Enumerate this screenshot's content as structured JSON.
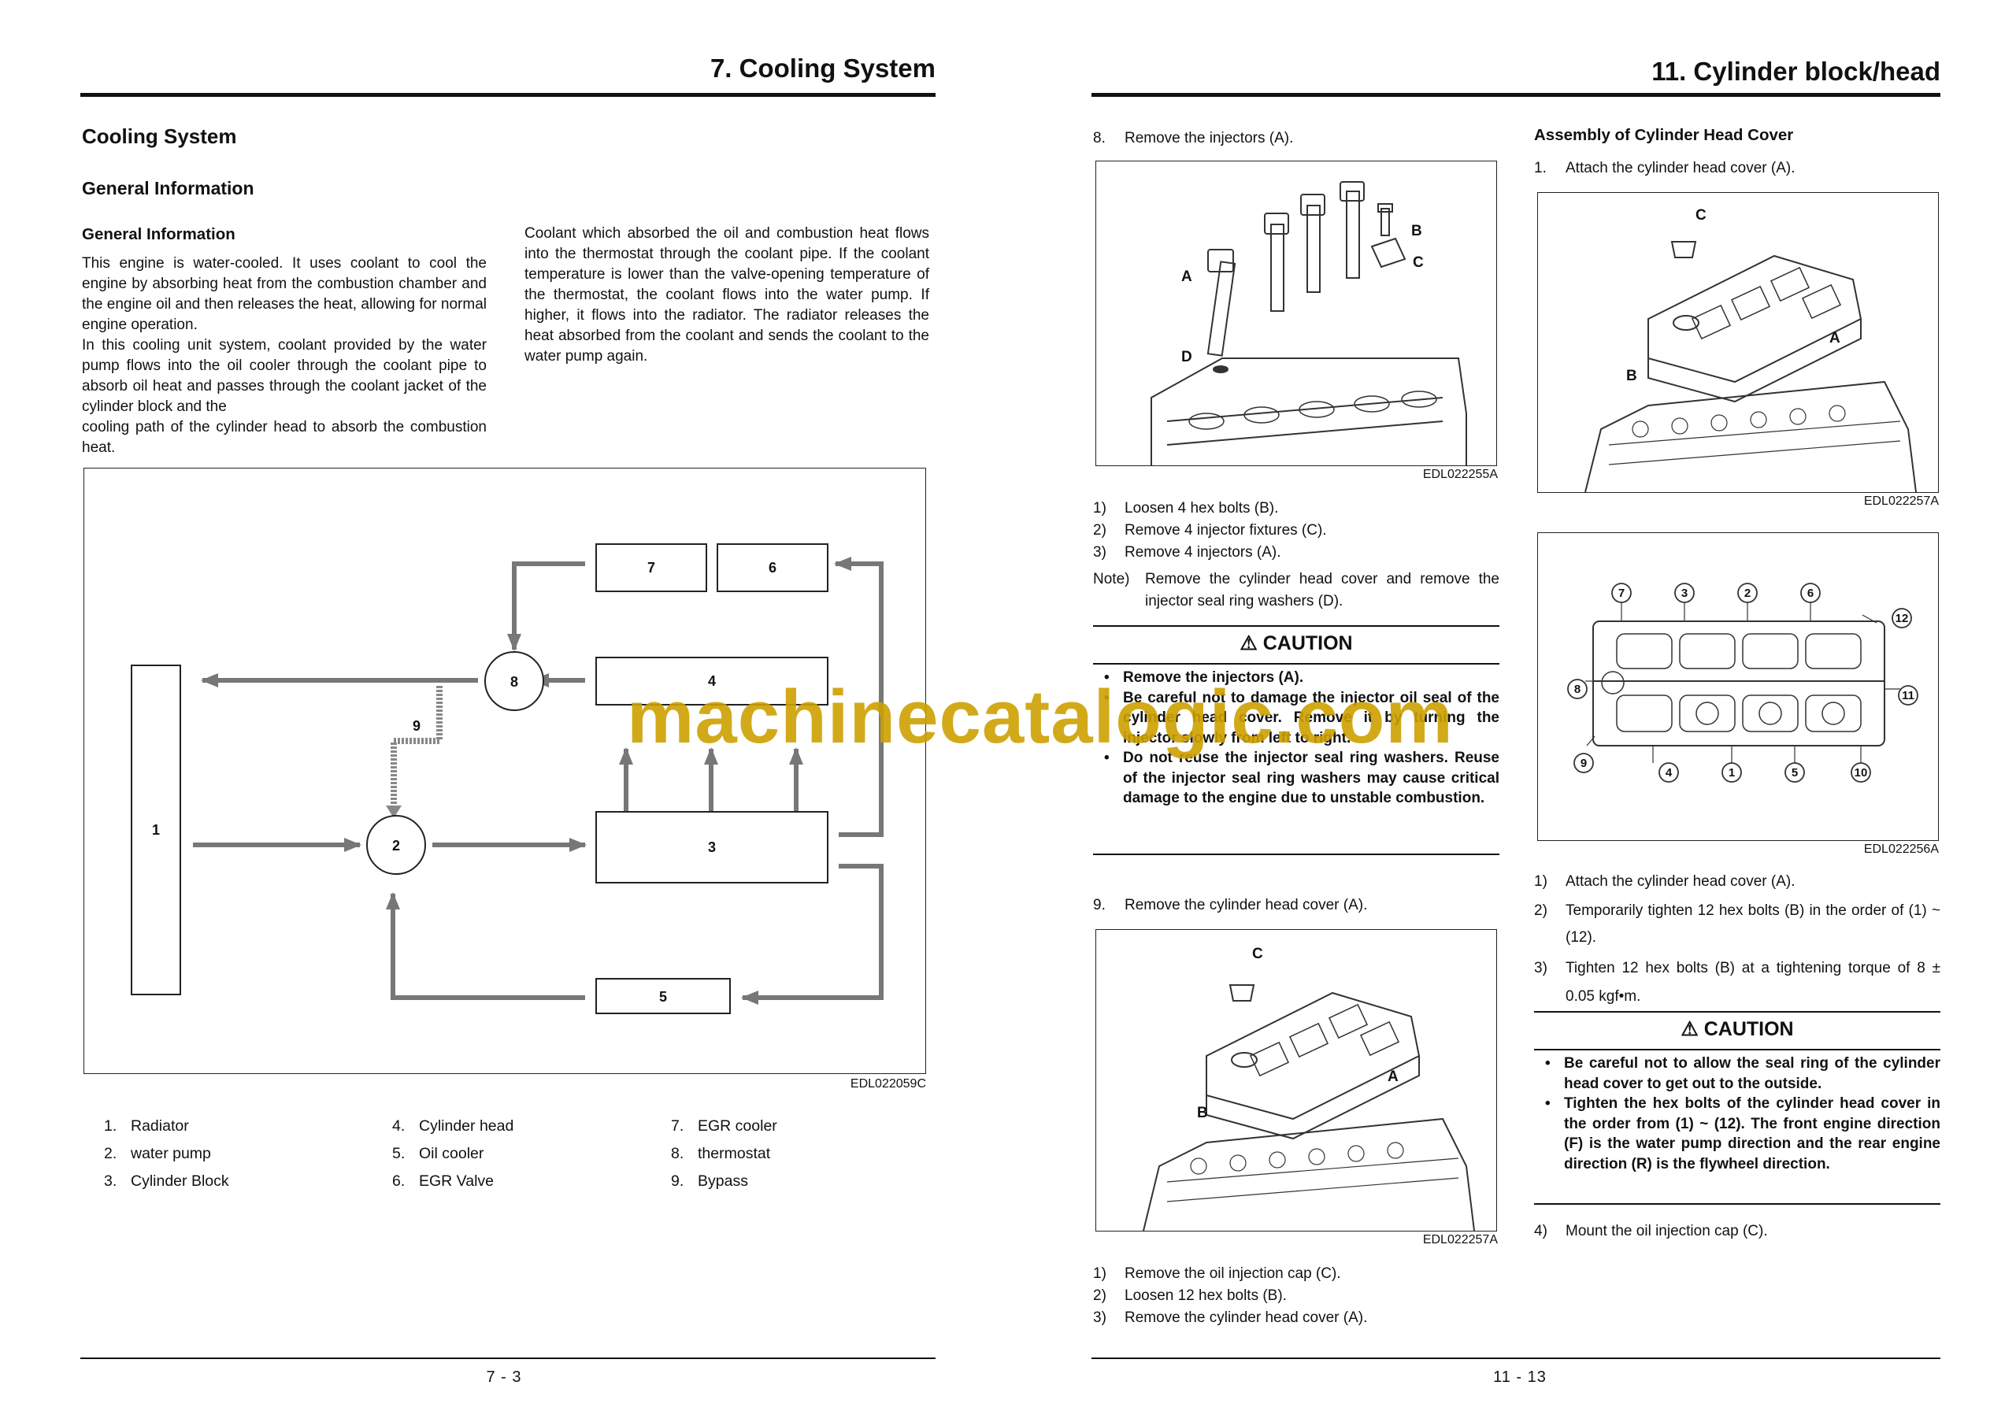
{
  "left": {
    "section_title": "7. Cooling System",
    "heading": "Cooling System",
    "subheading": "General Information",
    "subsubheading": "General Information",
    "para1": "This engine is water-cooled. It uses coolant to cool the engine by absorbing heat from the combustion chamber and the engine oil and then releases the heat, allowing for normal engine operation.",
    "para2": "In this cooling unit system, coolant provided by the water pump flows into the oil cooler through the coolant pipe to absorb oil heat and passes through the coolant jacket of the cylinder block and the",
    "para3": "cooling path of the cylinder head to absorb the combustion heat.",
    "para4": "Coolant which absorbed the oil and combustion heat flows into the thermostat through the coolant pipe. If the coolant temperature is lower than the valve-opening temperature of the thermostat, the coolant flows into the water pump. If higher, it flows into the radiator. The radiator releases the heat absorbed from the coolant and sends the coolant to the water pump again.",
    "diagram_labels": {
      "n1": "1",
      "n2": "2",
      "n3": "3",
      "n4": "4",
      "n5": "5",
      "n6": "6",
      "n7": "7",
      "n8": "8",
      "n9": "9"
    },
    "figure_code": "EDL022059C",
    "legend": [
      {
        "num": "1.",
        "label": "Radiator"
      },
      {
        "num": "2.",
        "label": "water pump"
      },
      {
        "num": "3.",
        "label": "Cylinder Block"
      },
      {
        "num": "4.",
        "label": "Cylinder head"
      },
      {
        "num": "5.",
        "label": "Oil cooler"
      },
      {
        "num": "6.",
        "label": "EGR Valve"
      },
      {
        "num": "7.",
        "label": "EGR cooler"
      },
      {
        "num": "8.",
        "label": "thermostat"
      },
      {
        "num": "9.",
        "label": "Bypass"
      }
    ],
    "page_number": "7 - 3"
  },
  "right": {
    "section_title": "11. Cylinder block/head",
    "step8": {
      "num": "8.",
      "text": "Remove the injectors (A)."
    },
    "fig1": {
      "code": "EDL022255A",
      "labels": {
        "a": "A",
        "b": "B",
        "c": "C",
        "d": "D"
      }
    },
    "substeps1": [
      {
        "num": "1)",
        "text": "Loosen 4 hex bolts (B)."
      },
      {
        "num": "2)",
        "text": "Remove 4 injector fixtures (C)."
      },
      {
        "num": "3)",
        "text": "Remove 4 injectors (A)."
      }
    ],
    "note": {
      "num": "Note)",
      "text": "Remove the cylinder head cover and remove the injector seal ring washers (D)."
    },
    "caution1": {
      "title": "CAUTION",
      "items": [
        "Remove the injectors (A).",
        "Be careful not to damage the injector oil seal of the cylinder head cover. Remove it by turning the injector slowly from left to right.",
        "Do not reuse the injector seal ring washers. Reuse of the injector seal ring washers may cause critical damage to the engine due to unstable combustion."
      ]
    },
    "step9": {
      "num": "9.",
      "text": "Remove the cylinder head cover (A)."
    },
    "fig2": {
      "code": "EDL022257A",
      "labels": {
        "a": "A",
        "b": "B",
        "c": "C"
      }
    },
    "substeps2": [
      {
        "num": "1)",
        "text": "Remove the oil injection cap (C)."
      },
      {
        "num": "2)",
        "text": "Loosen 12 hex bolts (B)."
      },
      {
        "num": "3)",
        "text": "Remove the cylinder head cover (A)."
      }
    ],
    "assembly_heading": "Assembly of Cylinder Head Cover",
    "astep1": {
      "num": "1.",
      "text": "Attach the cylinder head cover (A)."
    },
    "fig3": {
      "code": "EDL022257A",
      "labels": {
        "a": "A",
        "b": "B",
        "c": "C"
      }
    },
    "fig4": {
      "code": "EDL022256A",
      "bolts": [
        "1",
        "2",
        "3",
        "4",
        "5",
        "6",
        "7",
        "8",
        "9",
        "10",
        "11",
        "12"
      ]
    },
    "substeps3": [
      {
        "num": "1)",
        "text": "Attach the cylinder head cover (A)."
      },
      {
        "num": "2)",
        "text": "Temporarily tighten 12 hex bolts (B) in the order of (1) ~ (12)."
      },
      {
        "num": "3)",
        "text": "Tighten 12 hex bolts (B) at a tightening torque of 8 ± 0.05 kgf•m."
      }
    ],
    "caution2": {
      "title": "CAUTION",
      "items": [
        "Be careful not to allow the seal ring of the cylinder head cover to get out to the outside.",
        "Tighten the hex bolts of the cylinder head cover in the order from (1) ~ (12). The front engine direction (F) is the water pump direction and the rear engine direction (R) is the flywheel direction."
      ]
    },
    "substep4": {
      "num": "4)",
      "text": "Mount the oil injection cap (C)."
    },
    "page_number": "11 - 13"
  },
  "watermark": "machinecatalogic.com"
}
